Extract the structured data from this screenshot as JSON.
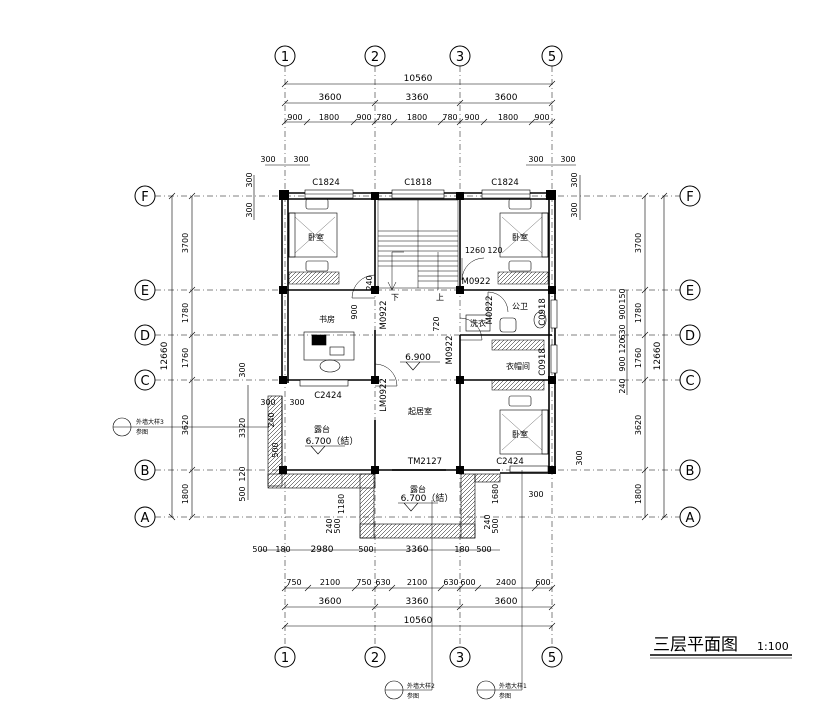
{
  "title": {
    "main": "三层平面图",
    "scale": "1:100"
  },
  "axes": {
    "vertical": [
      "1",
      "2",
      "3",
      "5"
    ],
    "horizontal": [
      "F",
      "E",
      "D",
      "C",
      "B",
      "A"
    ]
  },
  "dims_top": {
    "total": "10560",
    "bays": [
      "3600",
      "3360",
      "3600"
    ],
    "sub": [
      "900",
      "1800",
      "900",
      "780",
      "1800",
      "780",
      "900",
      "1800",
      "900"
    ],
    "corner_left": [
      "300",
      "300"
    ],
    "corner_right": [
      "300",
      "300"
    ]
  },
  "dims_bottom": {
    "row1": [
      "500",
      "180",
      "2980",
      "500",
      "3360",
      "180",
      "500"
    ],
    "row2": [
      "750",
      "2100",
      "750",
      "630",
      "2100",
      "630",
      "600",
      "2400",
      "600"
    ],
    "bays": [
      "3600",
      "3360",
      "3600"
    ],
    "total": "10560"
  },
  "dims_left": {
    "total": "12660",
    "segments": [
      "3700",
      "1780",
      "1760",
      "3620",
      "1800"
    ],
    "inner": [
      "300",
      "300",
      "300",
      "3320",
      "120",
      "500"
    ]
  },
  "dims_right": {
    "total": "12660",
    "segments": [
      "3700",
      "1780",
      "1760",
      "3620",
      "1800"
    ],
    "inner": [
      "300",
      "300",
      "150",
      "900",
      "630",
      "120",
      "900",
      "240",
      "300"
    ]
  },
  "windows": [
    "C1824",
    "C1818",
    "C1824",
    "C2424",
    "C2424",
    "C0918",
    "C0918"
  ],
  "doors": [
    "M0922",
    "M0922",
    "M0822",
    "M0922",
    "LM0922",
    "TM2127"
  ],
  "rooms": {
    "bedroom": "卧室",
    "study": "书房",
    "public_bath": "公卫",
    "wash": "洗衣",
    "closet": "衣帽间",
    "living": "起居室",
    "terrace": "露台"
  },
  "levels": {
    "floor": "6.900",
    "terrace1": "6.700（結）",
    "terrace2": "6.700（結）"
  },
  "stair": {
    "up": "上",
    "down": "下",
    "dims": [
      "1260",
      "120",
      "240",
      "900",
      "720"
    ]
  },
  "misc_dims": [
    "240",
    "500",
    "1180",
    "1680",
    "240",
    "500",
    "240",
    "500",
    "300",
    "300",
    "300"
  ],
  "detail_refs": [
    {
      "text": "外墙大样3",
      "sub": "参图"
    },
    {
      "text": "外墙大样2",
      "sub": "参图"
    },
    {
      "text": "外墙大样1",
      "sub": "参图"
    }
  ],
  "tick_labels_left_col": [
    "3700",
    "1780",
    "1760",
    "3620",
    "1800"
  ]
}
